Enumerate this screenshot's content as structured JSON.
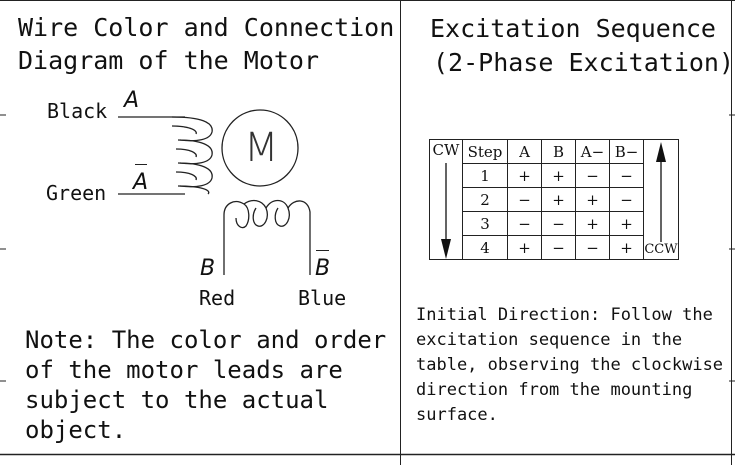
{
  "left_panel": {
    "title_line1": "Wire Color and Connection",
    "title_line2": "Diagram of the Motor",
    "motor_symbol": "M",
    "leads": {
      "black": "Black",
      "green": "Green",
      "red": "Red",
      "blue": "Blue"
    },
    "pins": {
      "a": "A",
      "a_bar": "A",
      "b": "B",
      "b_bar": "B"
    },
    "note_lines": [
      "Note: The color and order",
      "of the motor leads are",
      "subject to the actual",
      "object."
    ]
  },
  "right_panel": {
    "title_line1": "Excitation Sequence",
    "title_line2": "(2-Phase Excitation)",
    "table": {
      "cw_label": "CW",
      "ccw_label": "CCW",
      "headers": [
        "Step",
        "A",
        "B",
        "A−",
        "B−"
      ],
      "rows": [
        [
          "1",
          "+",
          "+",
          "−",
          "−"
        ],
        [
          "2",
          "−",
          "+",
          "+",
          "−"
        ],
        [
          "3",
          "−",
          "−",
          "+",
          "+"
        ],
        [
          "4",
          "+",
          "−",
          "−",
          "+"
        ]
      ]
    },
    "description_lines": [
      "Initial Direction: Follow the",
      "excitation sequence in the",
      "table, observing the clockwise",
      "direction from the mounting",
      "surface."
    ]
  }
}
